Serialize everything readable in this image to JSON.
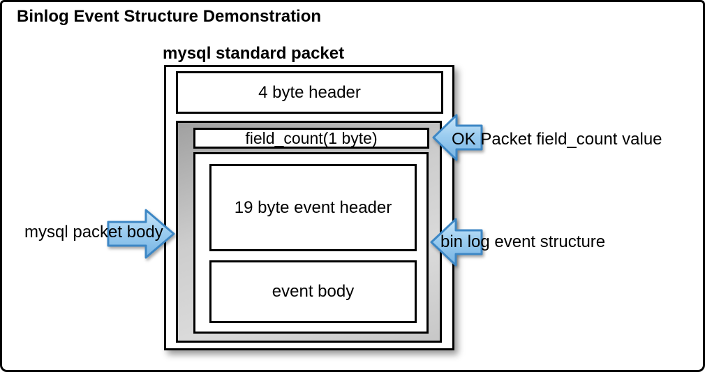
{
  "page": {
    "title": "Binlog Event Structure Demonstration"
  },
  "diagram": {
    "packet_label": "mysql standard packet",
    "boxes": {
      "header": "4 byte header",
      "field_count": "field_count(1 byte)",
      "event_header": "19 byte event header",
      "event_body": "event body"
    },
    "annotations": {
      "ok_packet": "OK Packet field_count value",
      "packet_body": "mysql packet body",
      "binlog_event": "bin log event structure"
    },
    "colors": {
      "arrow_fill_top": "#cde7f9",
      "arrow_fill_mid": "#9ccdf0",
      "arrow_fill_bottom": "#76b3e3",
      "arrow_border": "#3d87c5",
      "panel_gray_dark": "#a0a0a0",
      "panel_gray_light": "#dadada",
      "box_border": "#000000",
      "background": "#ffffff"
    }
  }
}
